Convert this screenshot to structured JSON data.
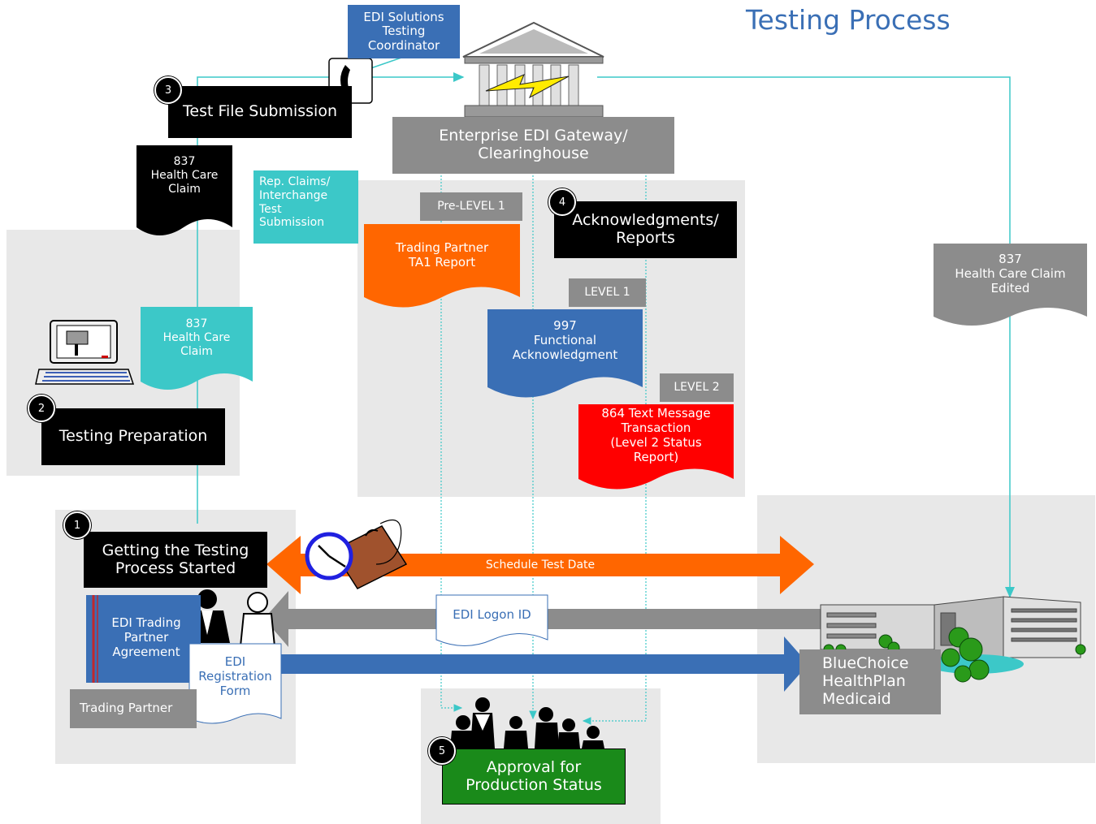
{
  "title": "Testing Process",
  "coordinator": "EDI Solutions\nTesting\nCoordinator",
  "gateway": "Enterprise EDI Gateway/\nClearinghouse",
  "steps": {
    "s1": {
      "num": "1",
      "label": "Getting the Testing\nProcess Started"
    },
    "s2": {
      "num": "2",
      "label": "Testing Preparation"
    },
    "s3": {
      "num": "3",
      "label": "Test File Submission"
    },
    "s4": {
      "num": "4",
      "label": "Acknowledgments/\nReports"
    },
    "s5": {
      "num": "5",
      "label": "Approval for\nProduction Status"
    }
  },
  "docs": {
    "claim_black": "837\nHealth Care\nClaim",
    "rep_claims": "Rep. Claims/\nInterchange\nTest\nSubmission",
    "claim_teal": "837\nHealth Care\nClaim",
    "ta1": "Trading Partner\nTA1 Report",
    "fa997": "997\nFunctional\nAcknowledgment",
    "txn864": "864 Text Message\nTransaction\n(Level 2 Status\nReport)",
    "claim_edited": "837\nHealth Care Claim\nEdited",
    "agreement": "EDI Trading\nPartner\nAgreement",
    "registration": "EDI\nRegistration\nForm",
    "logon": "EDI Logon ID"
  },
  "levels": {
    "pre": "Pre-LEVEL 1",
    "l1": "LEVEL 1",
    "l2": "LEVEL 2"
  },
  "arrows": {
    "schedule": "Schedule Test Date"
  },
  "parties": {
    "trading_partner": "Trading Partner",
    "bluechoice": "BlueChoice\nHealthPlan\nMedicaid"
  },
  "colors": {
    "teal": "#3cc8c8",
    "orange": "#ff6600",
    "blue": "#3a6fb5",
    "red": "#ff0000",
    "green": "#1a8a1a",
    "gray": "#8c8c8c"
  }
}
